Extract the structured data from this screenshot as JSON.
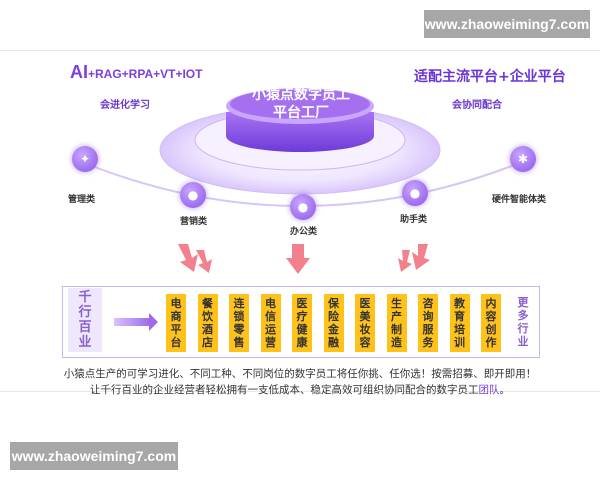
{
  "watermark": {
    "top": "www.zhaoweiming7.com",
    "bottom": "www.zhaoweiming7.com"
  },
  "header": {
    "left_title_main": "AI",
    "left_title_rest": "+RAG+RPA+VT+IOT",
    "left_subtitle": "会进化学习",
    "right_title": "适配主流平台+企业平台",
    "right_subtitle": "会协同配合"
  },
  "platform": {
    "line1": "小猿点数字员工",
    "line2": "平台工厂"
  },
  "nodes": [
    {
      "label": "管理类",
      "icon": "lightbulb-icon"
    },
    {
      "label": "营销类",
      "icon": "people-icon"
    },
    {
      "label": "办公类",
      "icon": "people-icon"
    },
    {
      "label": "助手类",
      "icon": "people-icon"
    },
    {
      "label": "硬件智能体类",
      "icon": "gear-icon"
    }
  ],
  "industries_label": "千行百业",
  "industries": [
    "电商平台",
    "餐饮酒店",
    "连锁零售",
    "电信运营",
    "医疗健康",
    "保险金融",
    "医美妆容",
    "生产制造",
    "咨询服务",
    "教育培训",
    "内容创作"
  ],
  "more_label": "更多行业",
  "caption": {
    "line1": "小猿点生产的可学习进化、不同工种、不同岗位的数字员工将任你挑、任你选！按需招募、即开即用！",
    "line2_prefix": "让千行百业的企业经营者轻松拥有一支低成本、稳定高效可组织协同配合的数字员工",
    "line2_highlight": "团队",
    "line2_suffix": "。"
  },
  "colors": {
    "accent": "#7c3fe0",
    "industry": "#ffc21a",
    "arrow": "#f26a7a"
  }
}
